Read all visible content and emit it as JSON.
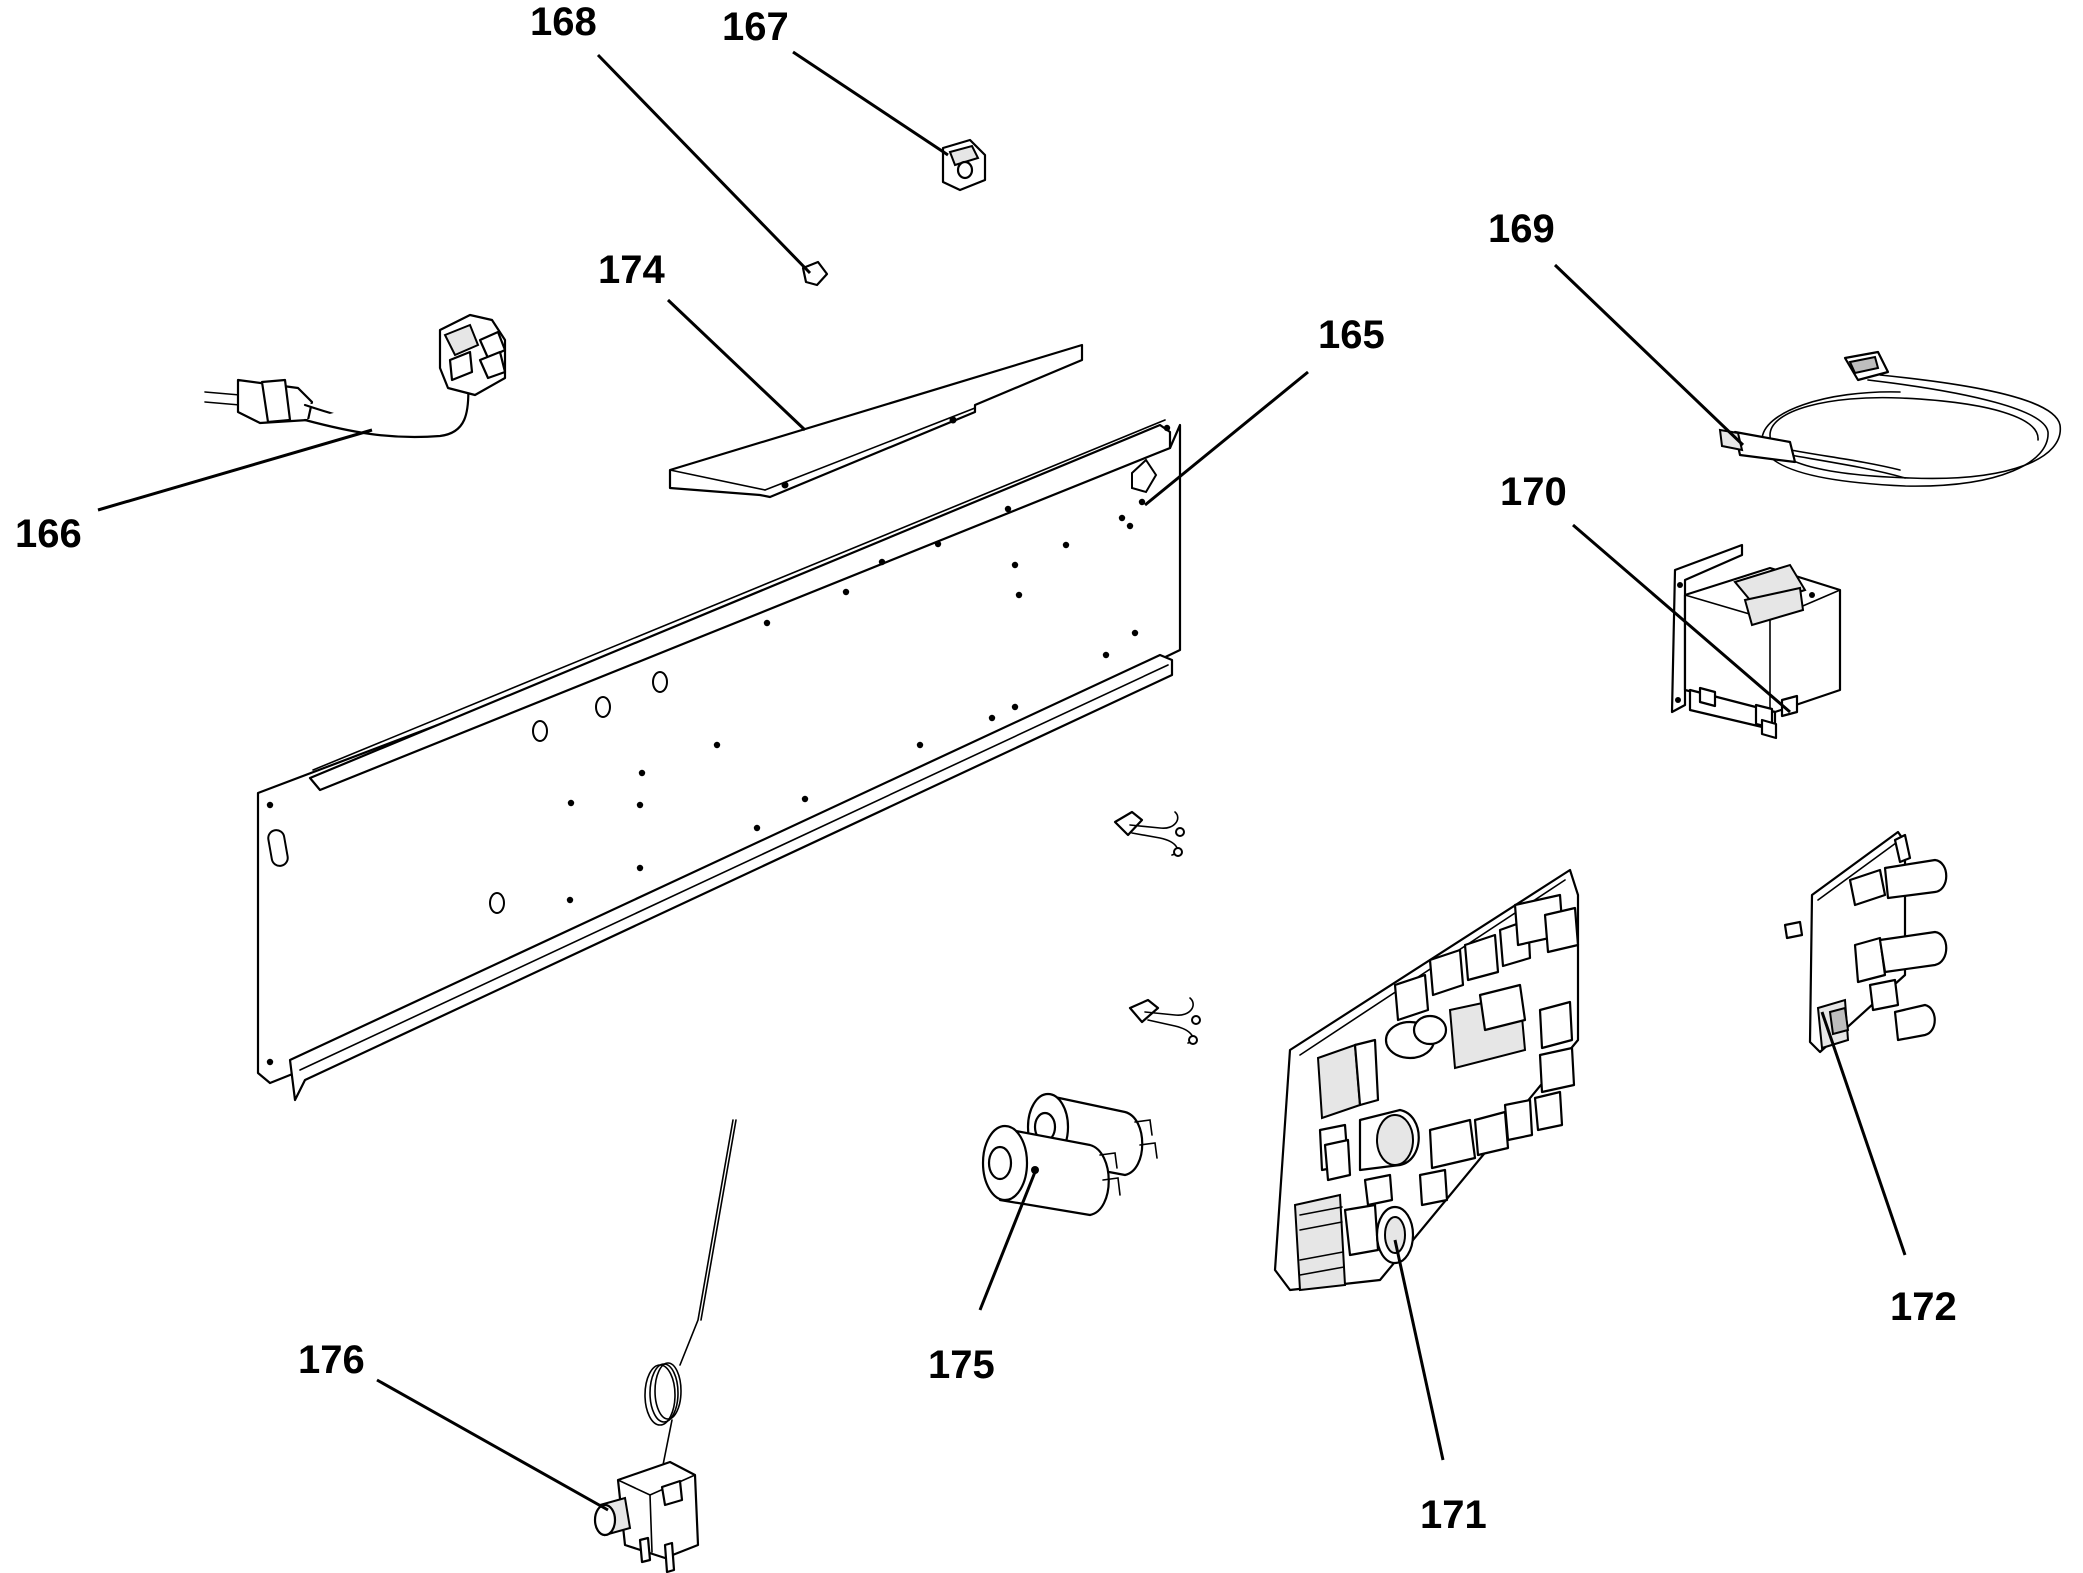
{
  "callouts": [
    {
      "id": "165",
      "text": "165"
    },
    {
      "id": "166",
      "text": "166"
    },
    {
      "id": "167",
      "text": "167"
    },
    {
      "id": "168",
      "text": "168"
    },
    {
      "id": "169",
      "text": "169"
    },
    {
      "id": "170",
      "text": "170"
    },
    {
      "id": "171",
      "text": "171"
    },
    {
      "id": "172",
      "text": "172"
    },
    {
      "id": "174",
      "text": "174"
    },
    {
      "id": "175",
      "text": "175"
    },
    {
      "id": "176",
      "text": "176"
    }
  ]
}
